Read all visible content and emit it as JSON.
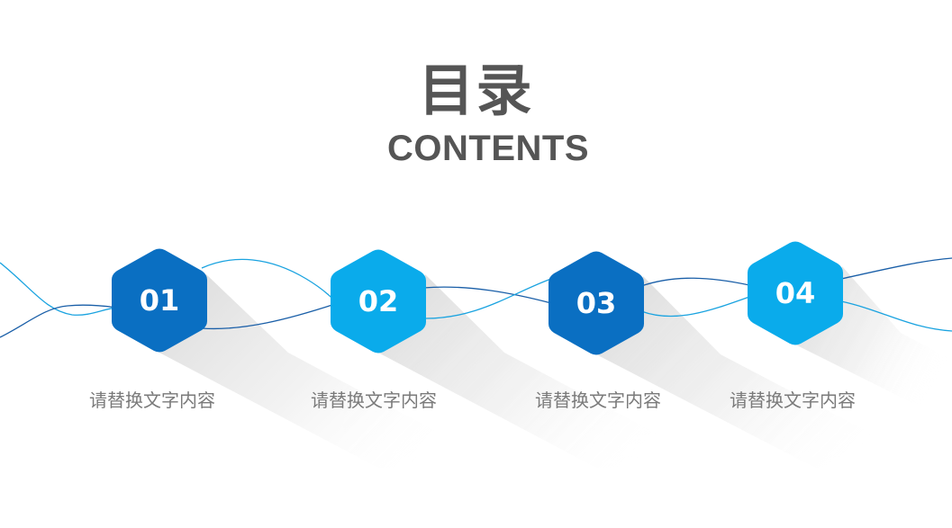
{
  "header": {
    "title": "目录",
    "subtitle": "CONTENTS"
  },
  "colors": {
    "dark_blue": "#0a6fc2",
    "light_blue": "#0aabeb",
    "text_gray": "#555555",
    "label_gray": "#7a7a7a",
    "line_dark": "#1a5fa8",
    "line_light": "#1aa3e0"
  },
  "items": [
    {
      "number": "01",
      "label": "请替换文字内容",
      "color": "dark_blue"
    },
    {
      "number": "02",
      "label": "请替换文字内容",
      "color": "light_blue"
    },
    {
      "number": "03",
      "label": "请替换文字内容",
      "color": "dark_blue"
    },
    {
      "number": "04",
      "label": "请替换文字内容",
      "color": "light_blue"
    }
  ]
}
